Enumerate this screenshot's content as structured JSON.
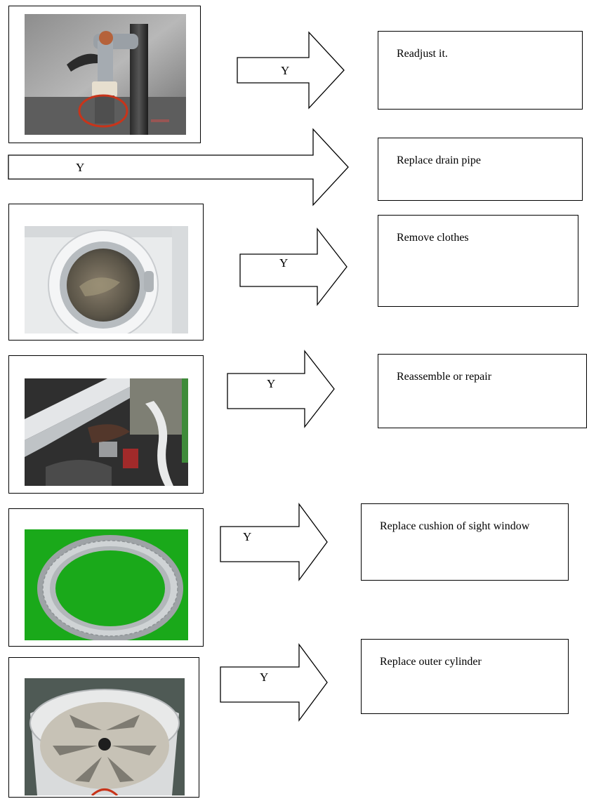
{
  "rows": [
    {
      "arrow_label": "Y",
      "action": "Readjust it.",
      "photo": "faucet-inlet-photo"
    },
    {
      "arrow_label": "Y",
      "action": "Replace drain pipe"
    },
    {
      "arrow_label": "Y",
      "action": "Remove clothes",
      "photo": "washer-door-photo"
    },
    {
      "arrow_label": "Y",
      "action": "Reassemble or repair",
      "photo": "washer-interior-photo"
    },
    {
      "arrow_label": "Y",
      "action": "Replace cushion of sight window",
      "photo": "door-seal-photo"
    },
    {
      "arrow_label": "Y",
      "action": "Replace outer cylinder",
      "photo": "outer-tub-photo"
    }
  ],
  "colors": {
    "seal_background": "#1aa91a",
    "highlight_circle": "#c8341a"
  }
}
